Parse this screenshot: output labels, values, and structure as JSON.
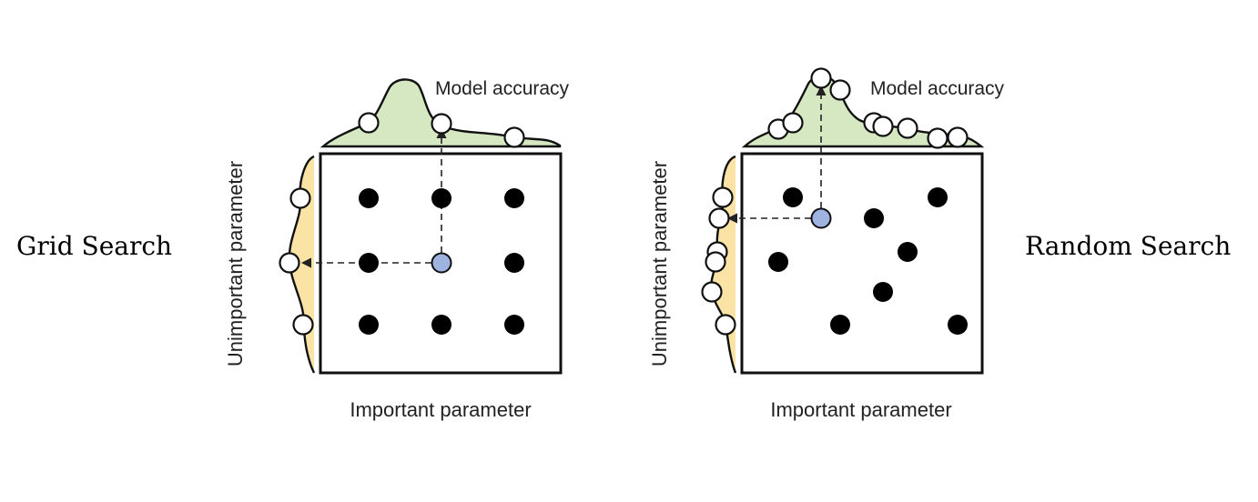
{
  "panels": [
    {
      "title": "Grid Search",
      "model_accuracy_label": "Model accuracy",
      "x_axis_label": "Important parameter",
      "y_axis_label": "Unimportant parameter",
      "points_count": 9,
      "highlight": "best point (blue)"
    },
    {
      "title": "Random Search",
      "model_accuracy_label": "Model accuracy",
      "x_axis_label": "Important parameter",
      "y_axis_label": "Unimportant parameter",
      "points_count": 9,
      "highlight": "best point (blue)"
    }
  ],
  "colors": {
    "accuracy_fill": "#d5e8c2",
    "side_fill": "#fbe3a6",
    "highlight_point": "#9fb3e0",
    "point": "#000000"
  }
}
